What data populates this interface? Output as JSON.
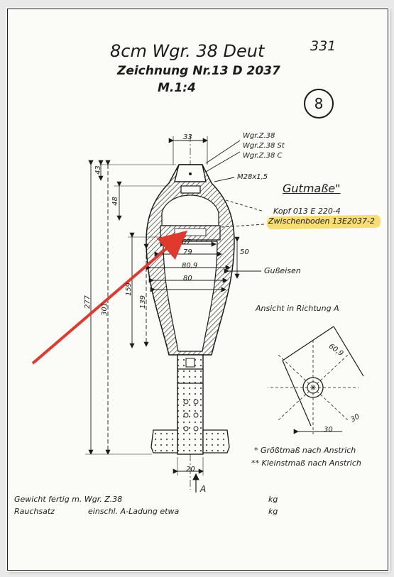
{
  "header": {
    "title": "8cm Wgr. 38 Deut",
    "drawing_no": "Zeichnung Nr.13 D 2037",
    "scale": "M.1:4",
    "page_number": "331",
    "circled_number": "8"
  },
  "callouts": {
    "fuze_1": "Wgr.Z.38",
    "fuze_2": "Wgr.Z.38 St",
    "fuze_3": "Wgr.Z.38 C",
    "thread": "M28x1,5",
    "good_dims": "Gutmaße\"",
    "head": "Kopf 013 E 220-4",
    "intermediate_base": "Zwischenboden 13E2037-2",
    "cast_iron": "Gußeisen",
    "view_a": "Ansicht in Richtung A"
  },
  "dimensions": {
    "top_width": "33",
    "d_67": "67",
    "d_79": "79",
    "d_809": "80,9",
    "d_80": "80",
    "d_50": "50",
    "h_48": "48",
    "h_43": "43",
    "h_159": "159",
    "h_139": "139",
    "h_277": "277",
    "h_301": "301",
    "tail_width": "20",
    "ring_dia": "60,9",
    "ring_angle_1": "30",
    "ring_angle_2": "30",
    "arrow_a": "A"
  },
  "legend": {
    "max_note": "* Größtmaß nach Anstrich",
    "min_note": "** Kleinstmaß nach Anstrich"
  },
  "footer": {
    "weight_label": "Gewicht fertig m. Wgr. Z.38",
    "weight_unit": "kg",
    "smoke_label": "Rauchsatz",
    "smoke_detail": "einschl. A-Ladung etwa",
    "smoke_unit": "kg"
  },
  "colors": {
    "highlight": "#f6d75a",
    "arrow": "#e03a2e",
    "ink": "#1b1b1b"
  }
}
